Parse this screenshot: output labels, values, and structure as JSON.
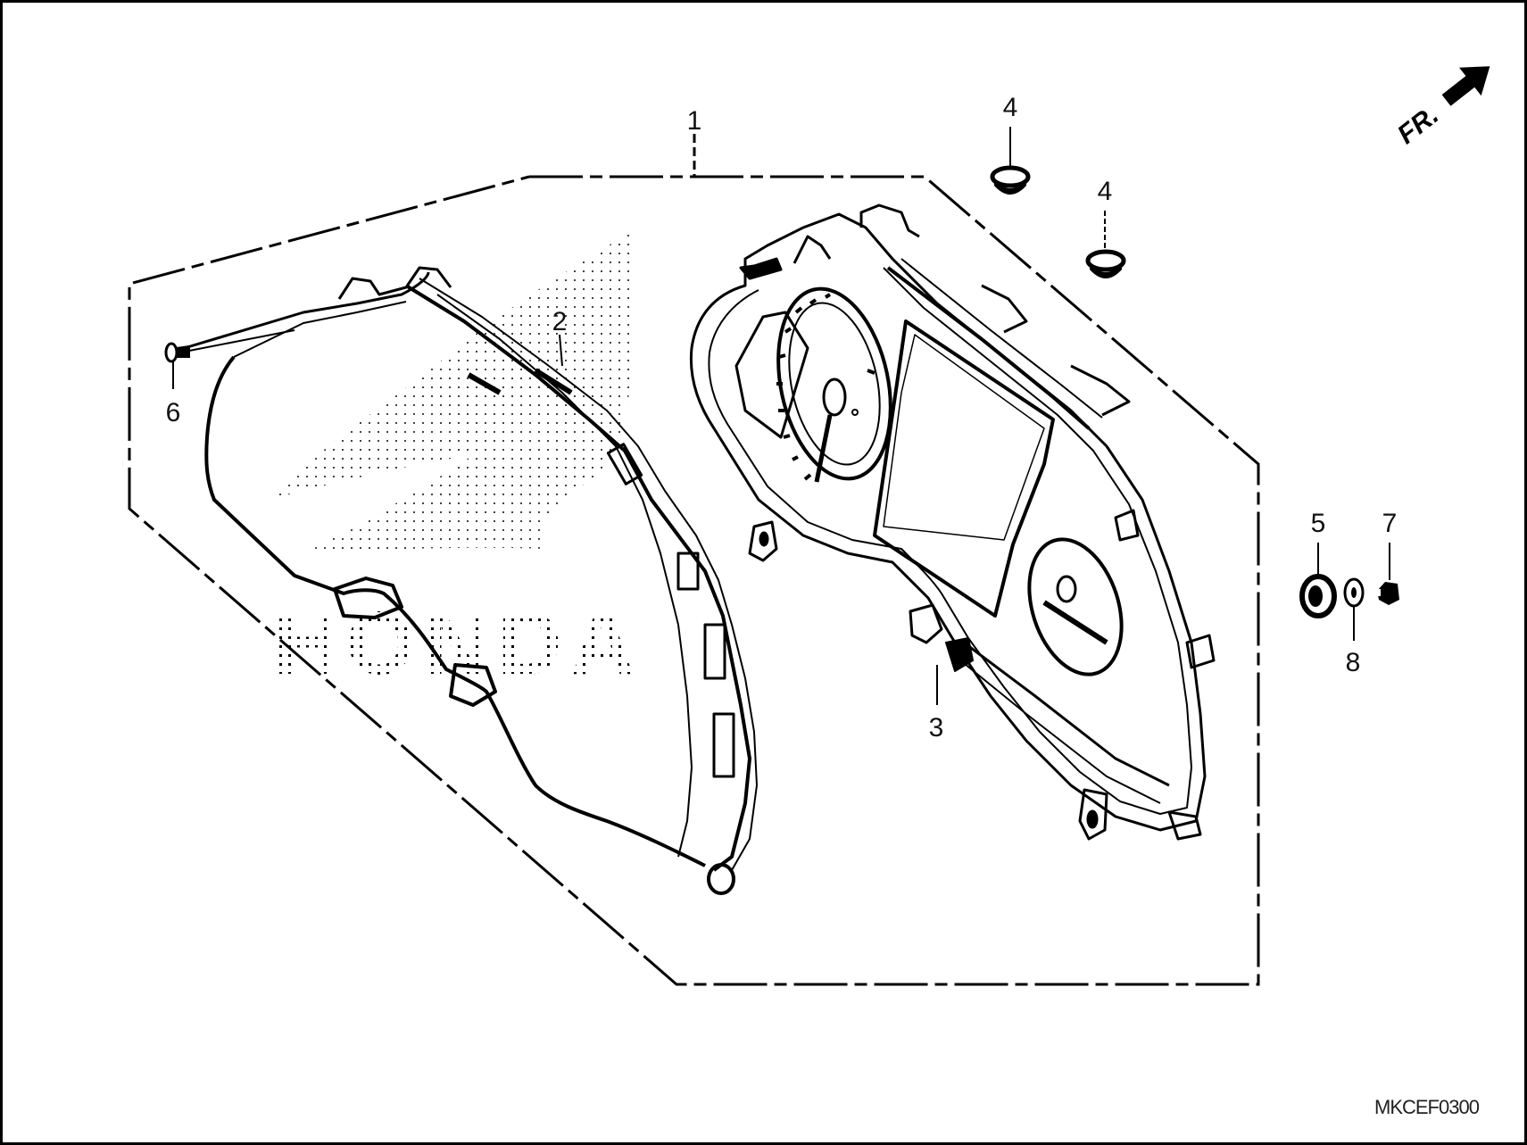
{
  "diagram": {
    "type": "parts-exploded-view",
    "subject": "Meter / instrument cluster assembly",
    "diagram_code": "MKCEF0300",
    "direction_indicator": {
      "label": "FR.",
      "icon": "arrow-up-right-icon"
    },
    "watermark": {
      "text": "HONDA",
      "logo": "honda-wing-logo"
    },
    "colors": {
      "line": "#000000",
      "background": "#ffffff",
      "watermark_dots": "#000000"
    }
  },
  "callouts": [
    {
      "number": "1",
      "part": "meter-assembly-group"
    },
    {
      "number": "2",
      "part": "meter-cover"
    },
    {
      "number": "3",
      "part": "meter-case"
    },
    {
      "number": "4",
      "part": "grommet-upper-left"
    },
    {
      "number": "4",
      "part": "grommet-upper-right"
    },
    {
      "number": "5",
      "part": "rubber-mount"
    },
    {
      "number": "6",
      "part": "screw"
    },
    {
      "number": "7",
      "part": "bolt"
    },
    {
      "number": "8",
      "part": "washer"
    }
  ]
}
